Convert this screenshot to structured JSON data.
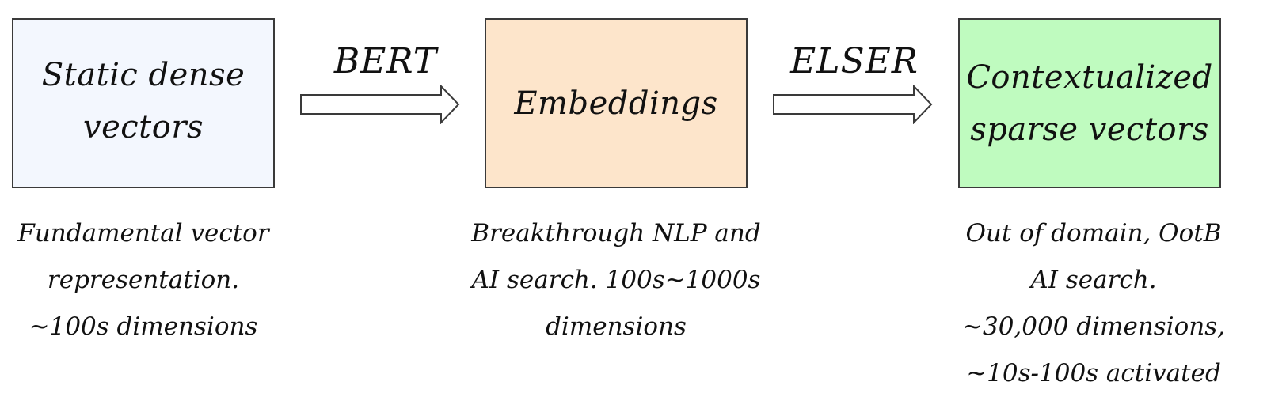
{
  "boxes": [
    {
      "lines": [
        "Static dense",
        "vectors"
      ],
      "color": "#f3f7fe"
    },
    {
      "lines": [
        "Embeddings"
      ],
      "color": "#fde5cb"
    },
    {
      "lines": [
        "Contextualized",
        "sparse vectors"
      ],
      "color": "#bffbbf"
    }
  ],
  "arrows": [
    {
      "label": "BERT"
    },
    {
      "label": "ELSER"
    }
  ],
  "captions": [
    {
      "lines": [
        "Fundamental vector",
        "representation.",
        "~100s dimensions"
      ]
    },
    {
      "lines": [
        "Breakthrough NLP and",
        "AI search. 100s~1000s",
        "dimensions"
      ]
    },
    {
      "lines": [
        "Out of domain, OotB",
        "AI search.",
        "~30,000 dimensions,",
        "~10s-100s activated"
      ]
    }
  ]
}
